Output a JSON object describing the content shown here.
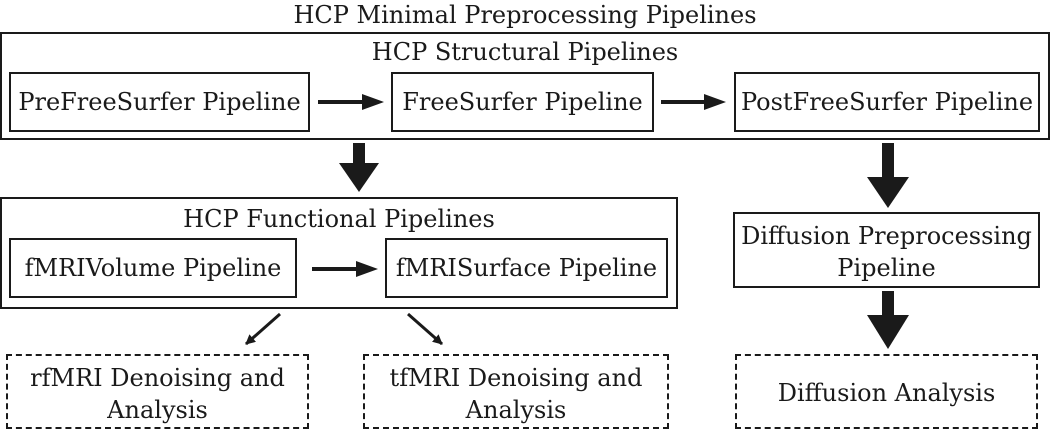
{
  "title": "HCP Minimal Preprocessing Pipelines",
  "structural": {
    "label": "HCP Structural Pipelines",
    "steps": [
      "PreFreeSurfer Pipeline",
      "FreeSurfer Pipeline",
      "PostFreeSurfer Pipeline"
    ]
  },
  "functional": {
    "label": "HCP Functional Pipelines",
    "steps": [
      "fMRIVolume Pipeline",
      "fMRISurface Pipeline"
    ]
  },
  "diffusion_preprocessing": {
    "line1": "Diffusion Preprocessing",
    "line2": "Pipeline"
  },
  "outputs": {
    "rfmri": {
      "line1": "rfMRI Denoising and",
      "line2": "Analysis"
    },
    "tfmri": {
      "line1": "tfMRI Denoising and",
      "line2": "Analysis"
    },
    "diffusion": {
      "line1": "Diffusion Analysis"
    }
  },
  "colors": {
    "ink": "#1a1a1a",
    "background": "#ffffff"
  }
}
